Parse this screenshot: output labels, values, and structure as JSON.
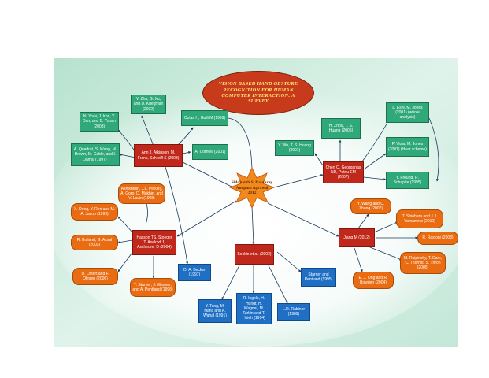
{
  "title": "VISION BASED HAND GESTURE RECOGNITION FOR HUMAN COMPUTER INTERACTION: A SURVEY",
  "center": {
    "line1": "Siddharth S. Rautaray",
    "line2": "Anupam Agrawal",
    "line3": "2012"
  },
  "colors": {
    "green": "#2fa87a",
    "red": "#c0281b",
    "orange": "#e96b12",
    "blue": "#1f6fc5",
    "center_star": "#f08a1c",
    "background": "#d8efe6"
  },
  "nodes": {
    "green_1": "V. Zhu, G. Xu, and D. Kriegman (2002)",
    "green_2": "N. Yoav, J. Iron, Y. Dan, and B. Yoram (2003)",
    "green_3": "Oztas H, Gulli M (1999)",
    "green_4": "A. Quadrat, S. Wang, M. Brown, M. Cable, and I. Jamal (1997)",
    "green_5": "A. Cornelli (2001)",
    "green_6": "H. Zhou, T. S. Huang (2005)",
    "green_7": "Y. Wu, T. S. Huang (2001)",
    "green_8": "L. Eshi, M. Jones (2001) (whole analysis)",
    "green_9": "P. Viola, M. Jones (2001) (Haar scheme)",
    "green_10": "Y. Freund, R. Schapire (1995)",
    "red_1": "Ann J. Atkinson, M. Frank, Schreifl S (2003)",
    "red_2": "Chen Q, Georganas ND, Petriu EM (2007)",
    "red_3": "Hasson TS, Stoeger T, Axelrod J, Ascheurer D (2004)",
    "red_4": "Keskin et al. (2003)",
    "red_5": "Jiang M (2012)",
    "orange_1": "X. Deng, Y. Ren and M. A. Jacob (1999)",
    "orange_2": "Ashikhmin, J.L. Pinkley, A. Goro, D. Mukhin, and V. Lavin (1998)",
    "orange_3": "R. Bolland, G. Assal (2003)",
    "orange_4": "D. Ostert and F. Olesen (2006)",
    "orange_5": "T. Starner, J. Weaver, and A. Pentland (1998)",
    "orange_6": "Y. Wang and C. Zhang (2007)",
    "orange_7": "T. Shiobara and J. I. Yamamoto (2010)",
    "orange_8": "R. Rastoni (2003)",
    "orange_9": "M. Ruipinsky, T. Dark, C. Thorhst, S. Thron (2005)",
    "orange_10": "E. J. Ong and R. Bowden (2004)",
    "blue_1": "D. A. Becker (1997)",
    "blue_2": "Y. Tang, M. Hanc and A. Wahal (1991)",
    "blue_3": "R. Ingels, H. Hundt, H. Wagner, M. Tarkin and T. Hsieh (1994)",
    "blue_4": "L.R. Rabiner (1989)",
    "blue_5": "Starner and Pentland (1995)"
  }
}
